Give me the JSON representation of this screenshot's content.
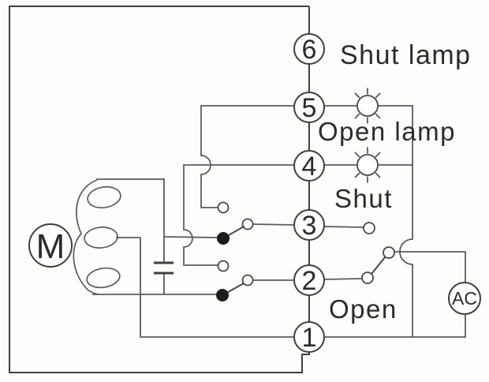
{
  "diagram": {
    "type_label": "actuator-wiring-diagram",
    "terminals": [
      {
        "number": "6",
        "label": "Shut lamp"
      },
      {
        "number": "5",
        "label": "Open lamp"
      },
      {
        "number": "4",
        "label": "Shut"
      },
      {
        "number": "3",
        "label": ""
      },
      {
        "number": "2",
        "label": "Open"
      },
      {
        "number": "1",
        "label": ""
      }
    ],
    "motor_label": "M",
    "ac_label": "AC",
    "colors": {
      "wire": "#5c5c5c",
      "outline": "#3f3f3f",
      "background": "#fdfdfc",
      "contact_dot": "#1c1c1c"
    }
  }
}
